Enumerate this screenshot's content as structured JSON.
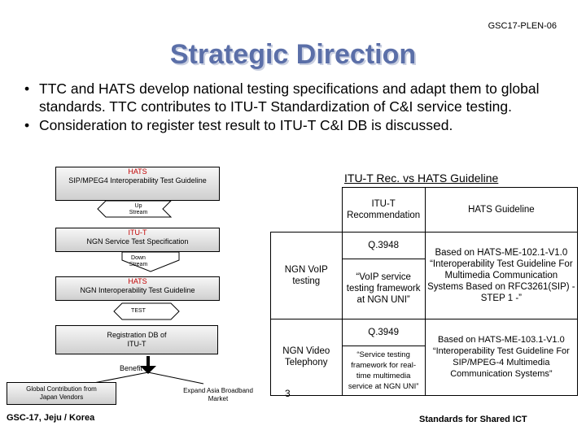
{
  "doc_id": "GSC17-PLEN-06",
  "title": "Strategic Direction",
  "bullets": [
    "TTC and HATS develop national testing specifications and adapt them to global standards. TTC contributes to ITU-T Standardization of C&I service testing.",
    "Consideration to register test result to ITU-T C&I DB is discussed."
  ],
  "diagram": {
    "box1_org": "HATS",
    "box1_text": "SIP/MPEG4 Interoperability Test Guideline",
    "up_stream": "Up Stream",
    "box2_org": "ITU-T",
    "box2_text": "NGN Service Test Specification",
    "down_stream": "Down Stream",
    "box3_org": "HATS",
    "box3_text": "NGN Interoperability Test Guideline",
    "test": "TEST",
    "box4_text": "Registration DB of ITU-T",
    "benefit": "Benefit",
    "global": "Global Contribution from Japan Vendors",
    "expand": "Expand Asia Broadband Market"
  },
  "table": {
    "title": "ITU-T Rec. vs HATS Guideline",
    "headers": [
      "ITU-T Recommendation",
      "HATS Guideline"
    ],
    "rows": [
      {
        "label": "NGN VoIP testing",
        "rec": "Q.3948",
        "rec_desc": "“VoIP service testing framework at NGN UNI”",
        "guide": "Based on HATS-ME-102.1-V1.0 “Interoperability Test Guideline For Multimedia Communication Systems Based on RFC3261(SIP) -STEP 1 -”"
      },
      {
        "label": "NGN Video Telephony",
        "rec": "Q.3949",
        "rec_desc": "“Service testing framework for real-time multimedia service at NGN UNI”",
        "guide": "Based on HATS-ME-103.1-V1.0 “Interoperability Test Guideline For SIP/MPEG-4 Multimedia Communication Systems”"
      }
    ]
  },
  "footer_left": "GSC-17, Jeju / Korea",
  "page_number": "3",
  "footer_right": "Standards for Shared ICT"
}
